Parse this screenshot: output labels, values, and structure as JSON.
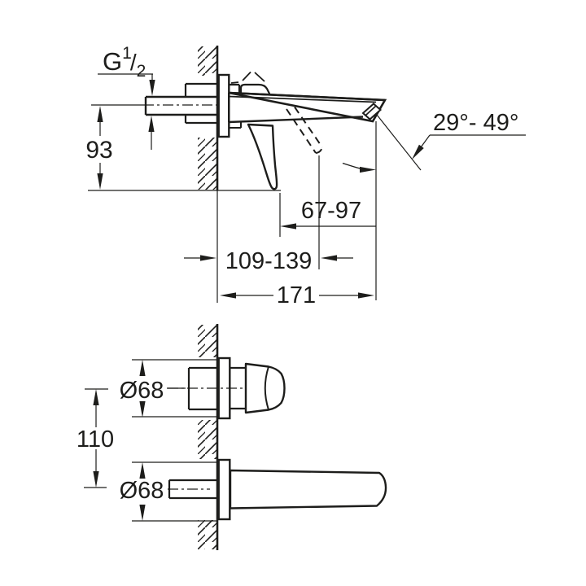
{
  "drawing": {
    "description": "Technical dimension drawing of a wall-mounted two-hole basin mixer tap, side elevation and plan view",
    "line_color": "#1d1d1b",
    "background": "#ffffff",
    "dimensions": {
      "thread": {
        "prefix": "G",
        "numerator": "1",
        "slash": "/",
        "denominator": "2"
      },
      "height_center_to_spout_tip": "93",
      "spout_tip_range": "67-97",
      "handle_projection_range": "109-139",
      "total_projection": "171",
      "swivel_angle": "29°- 49°",
      "handle_escutcheon_diameter": "Ø68",
      "spout_escutcheon_diameter": "Ø68",
      "vertical_center_distance": "110"
    }
  }
}
